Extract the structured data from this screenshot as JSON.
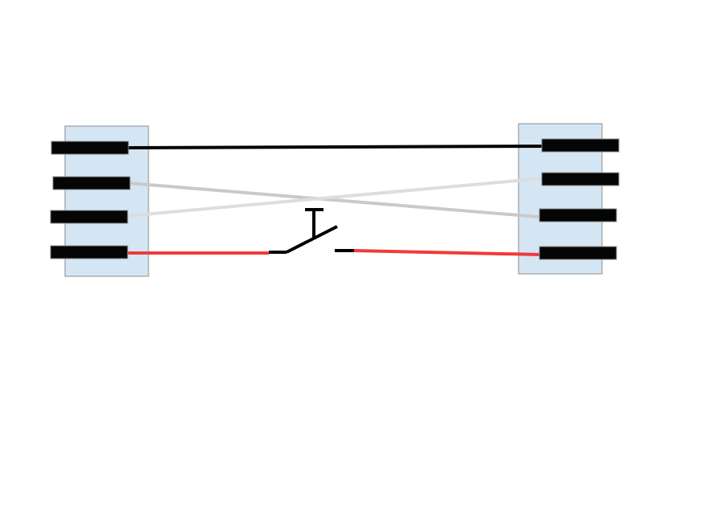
{
  "diagram": {
    "connector_left": {
      "pins": 4,
      "fill_color": "#d4e6f4",
      "border_color": "#8c8c8c"
    },
    "connector_right": {
      "pins": 4,
      "fill_color": "#d4e6f4",
      "border_color": "#8c8c8c"
    },
    "pin_color": "#050505",
    "wires": [
      {
        "from": "left-pin-1",
        "to": "right-pin-1",
        "color": "#000000"
      },
      {
        "from": "left-pin-2",
        "to": "right-pin-3",
        "color": "#c9c9c9"
      },
      {
        "from": "left-pin-3",
        "to": "right-pin-2",
        "color": "#dddddd"
      },
      {
        "from": "left-pin-4",
        "to": "right-pin-4",
        "color": "#f03a3a",
        "through": "push-button-switch"
      }
    ],
    "switch": {
      "type": "push-button",
      "state": "open",
      "color": "#000000"
    }
  }
}
